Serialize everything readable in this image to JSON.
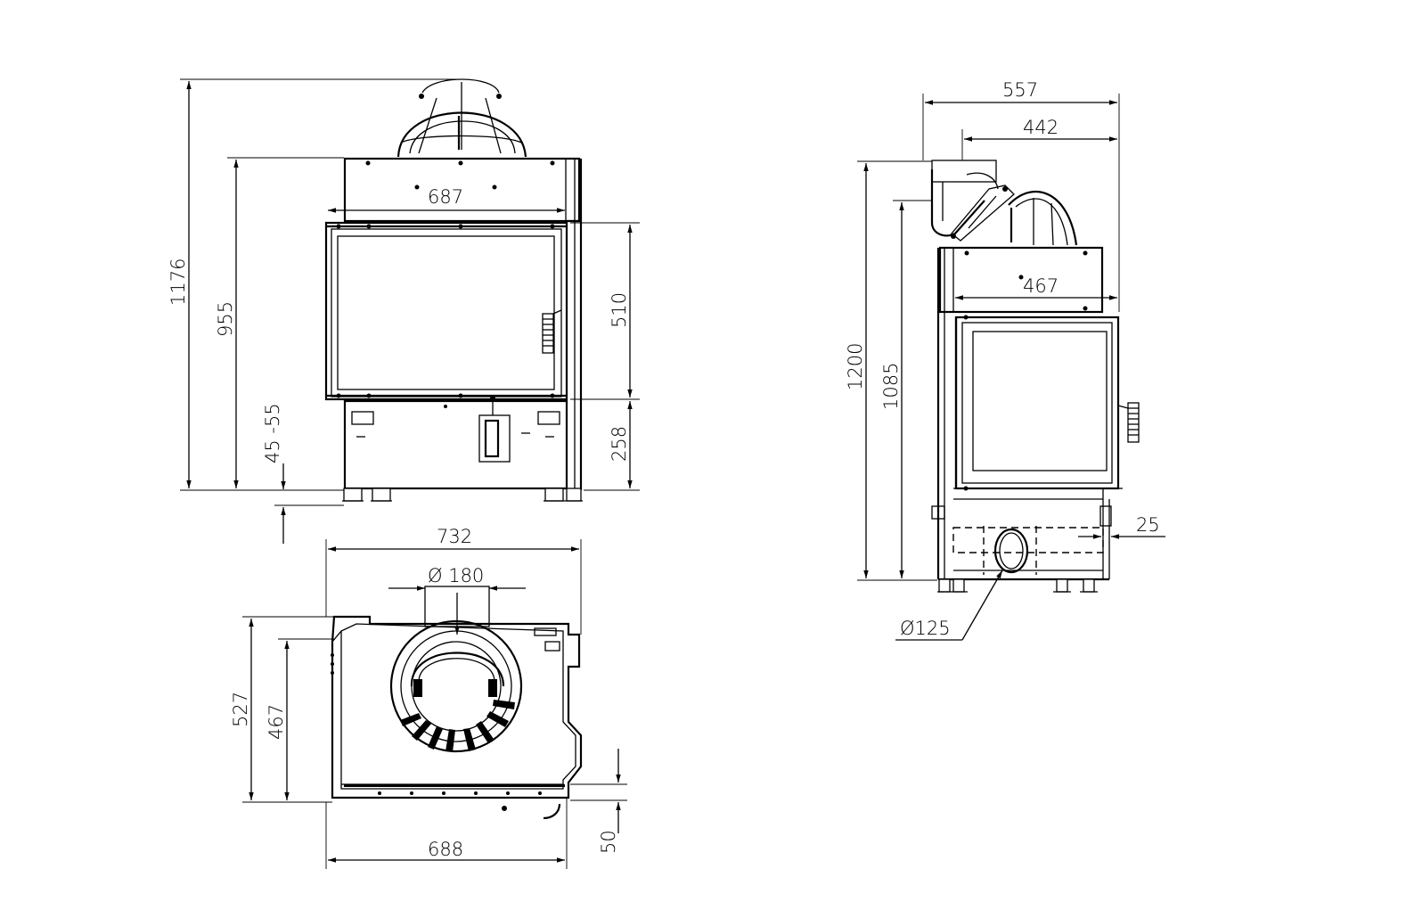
{
  "front_view": {
    "labels": {
      "total_height": "1176",
      "body_height": "955",
      "glass_width": "687",
      "glass_height": "510",
      "base_height": "258",
      "leg_adjust": "45 -55"
    }
  },
  "top_view": {
    "labels": {
      "overall_width": "732",
      "flue_diameter": "Ø 180",
      "depth_outer": "527",
      "depth_inner": "467",
      "base_width": "688",
      "front_offset": "50"
    }
  },
  "side_view": {
    "labels": {
      "overall_depth": "557",
      "flue_offset": "442",
      "total_height": "1200",
      "body_height": "1085",
      "inner_depth": "467",
      "air_offset": "25",
      "air_inlet_diameter": "Ø125"
    }
  }
}
